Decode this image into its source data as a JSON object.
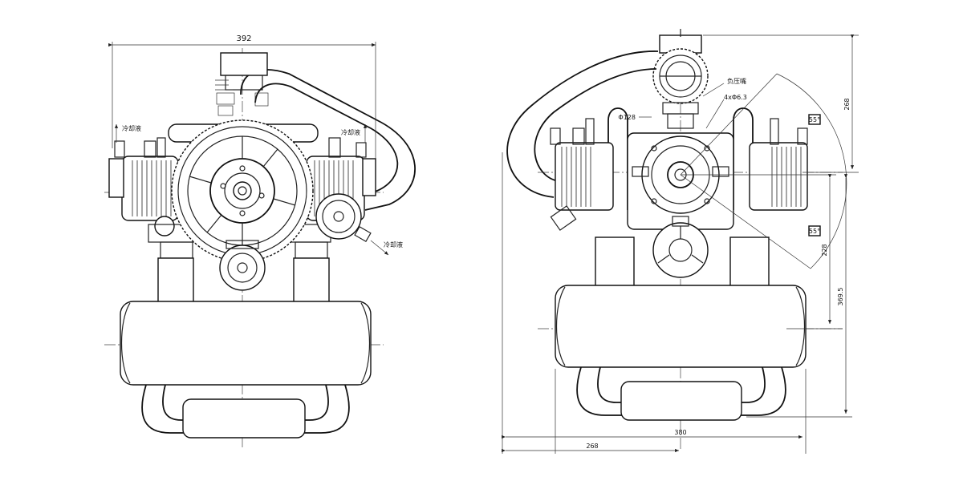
{
  "front_view": {
    "width_dim": "392",
    "coolant_label_left": "冷却液",
    "coolant_label_right": "冷却液",
    "coolant_label_pump": "冷却液"
  },
  "side_view": {
    "dim_top_height": "268",
    "dim_mid_height": "228",
    "dim_low_height": "369.5",
    "dim_bottom_width": "380",
    "dim_bottom_offset": "268",
    "angle_upper": "55°",
    "angle_lower": "55°",
    "callout_negative_pressure": "负压嘴",
    "callout_holes": "4xΦ6.3",
    "callout_diameter": "Φ128"
  }
}
